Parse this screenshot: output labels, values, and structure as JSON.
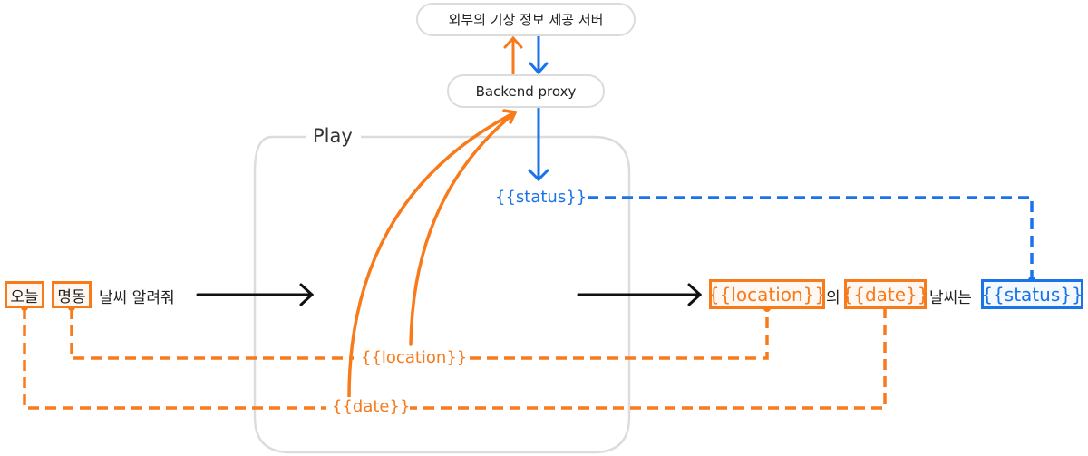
{
  "colors": {
    "orange": "#f77a1b",
    "blue": "#1a73e8",
    "gray": "#dcdcdc",
    "text": "#222222"
  },
  "nodes": {
    "server": "외부의 기상 정보 제공 서버",
    "proxy": "Backend proxy",
    "play_title": "Play"
  },
  "input": {
    "token_date": "오늘",
    "token_location": "명동",
    "rest": "날씨 알려줘"
  },
  "variables": {
    "status": "{{status}}",
    "location": "{{location}}",
    "date": "{{date}}"
  },
  "output": {
    "location": "{{location}}",
    "joiner1": "의",
    "date": "{{date}}",
    "joiner2": "날씨는",
    "status": "{{status}}"
  }
}
